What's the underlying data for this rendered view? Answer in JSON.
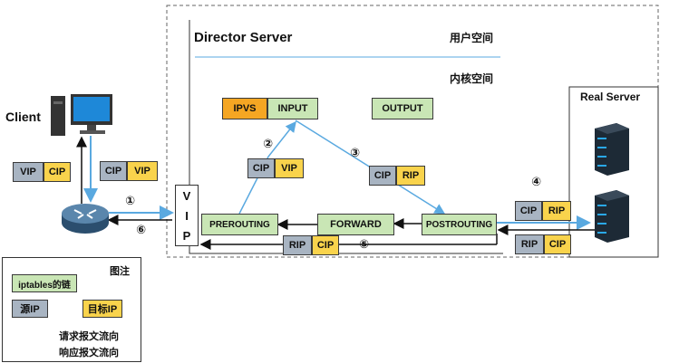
{
  "director": {
    "title": "Director Server",
    "user_space": "用户空间",
    "kernel_space": "内核空间",
    "ipvs": "IPVS",
    "input": "INPUT",
    "output": "OUTPUT",
    "prerouting": "PREROUTING",
    "forward": "FORWARD",
    "postrouting": "POSTROUTING",
    "vip_letters": [
      "V",
      "I",
      "P"
    ]
  },
  "client": {
    "label": "Client"
  },
  "real_server": {
    "label": "Real Server"
  },
  "packets": {
    "client_req": [
      "VIP",
      "CIP"
    ],
    "client_resp": [
      "CIP",
      "VIP"
    ],
    "step2": [
      "CIP",
      "VIP"
    ],
    "step3": [
      "CIP",
      "RIP"
    ],
    "step4_req": [
      "CIP",
      "RIP"
    ],
    "step4_resp": [
      "RIP",
      "CIP"
    ],
    "step5": [
      "RIP",
      "CIP"
    ]
  },
  "steps": {
    "s1": "①",
    "s2": "②",
    "s3": "③",
    "s4": "④",
    "s5": "⑤",
    "s6": "⑥"
  },
  "legend": {
    "title": "图注",
    "chain": "iptables的链",
    "src_ip": "源IP",
    "dst_ip": "目标IP",
    "request_flow": "请求报文流向",
    "response_flow": "响应报文流向"
  },
  "colors": {
    "request": "#5aa9e0",
    "response": "#111111",
    "chain": "#c9e6b5",
    "src": "#a8b4c2",
    "dst": "#f9d34c",
    "ipvs": "#f5a623"
  }
}
